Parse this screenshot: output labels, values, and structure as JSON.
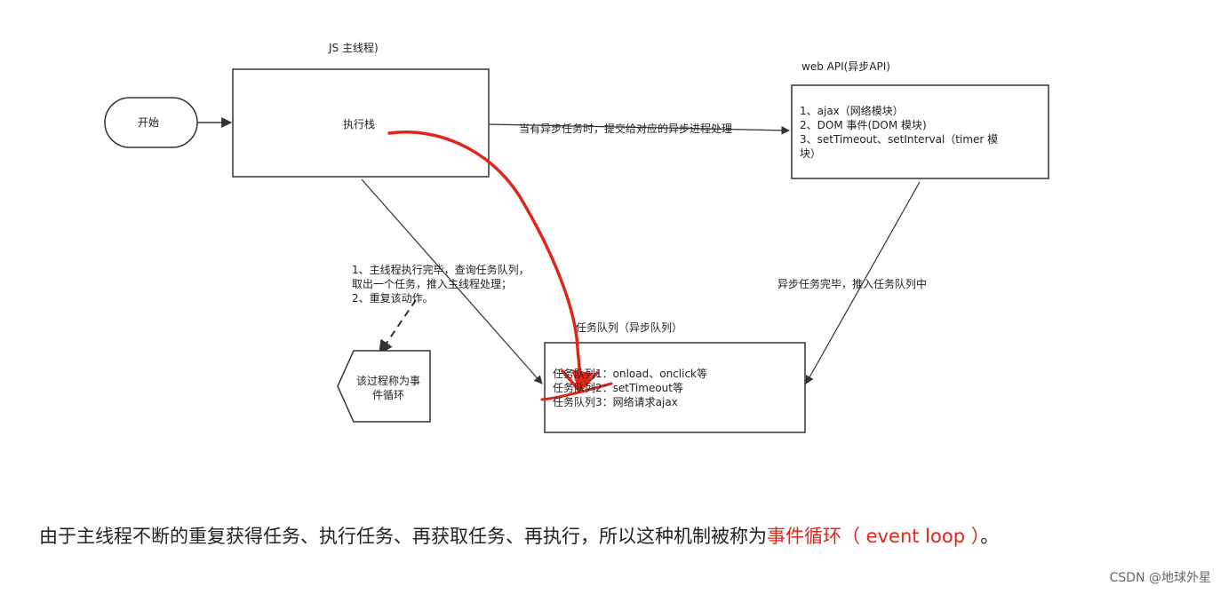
{
  "nodes": {
    "start": "开始",
    "main_thread_title": "JS 主线程)",
    "exec_stack": "执行栈",
    "web_api_title": "web API(异步API)",
    "web_api_items": [
      "1、ajax（网络模块）",
      "2、DOM 事件(DOM 模块)",
      "3、setTimeout、setInterval（timer 模",
      "块）"
    ],
    "queue_title": "任务队列（异步队列）",
    "queue_items": [
      "任务队列1：onload、onclick等",
      "任务队列2：setTimeout等",
      "任务队列3：网络请求ajax"
    ],
    "event_loop": [
      "该过程称为事",
      "件循环"
    ]
  },
  "edges": {
    "to_web_api": "当有异步任务时，提交给对应的异步进程处理",
    "web_api_to_queue": "异步任务完毕，推入任务队列中",
    "loop_notes": [
      "1、主线程执行完毕，查询任务队列，",
      "取出一个任务，推入主线程处理；",
      "2、重复该动作。"
    ]
  },
  "caption": {
    "main": "由于主线程不断的重复获得任务、执行任务、再获取任务、再执行，所以这种机制被称为",
    "highlight": "事件循环（ event loop ）",
    "end": "。"
  },
  "watermark": "CSDN @地球外星",
  "colors": {
    "annotation": "#e0251b",
    "line": "#333333"
  }
}
